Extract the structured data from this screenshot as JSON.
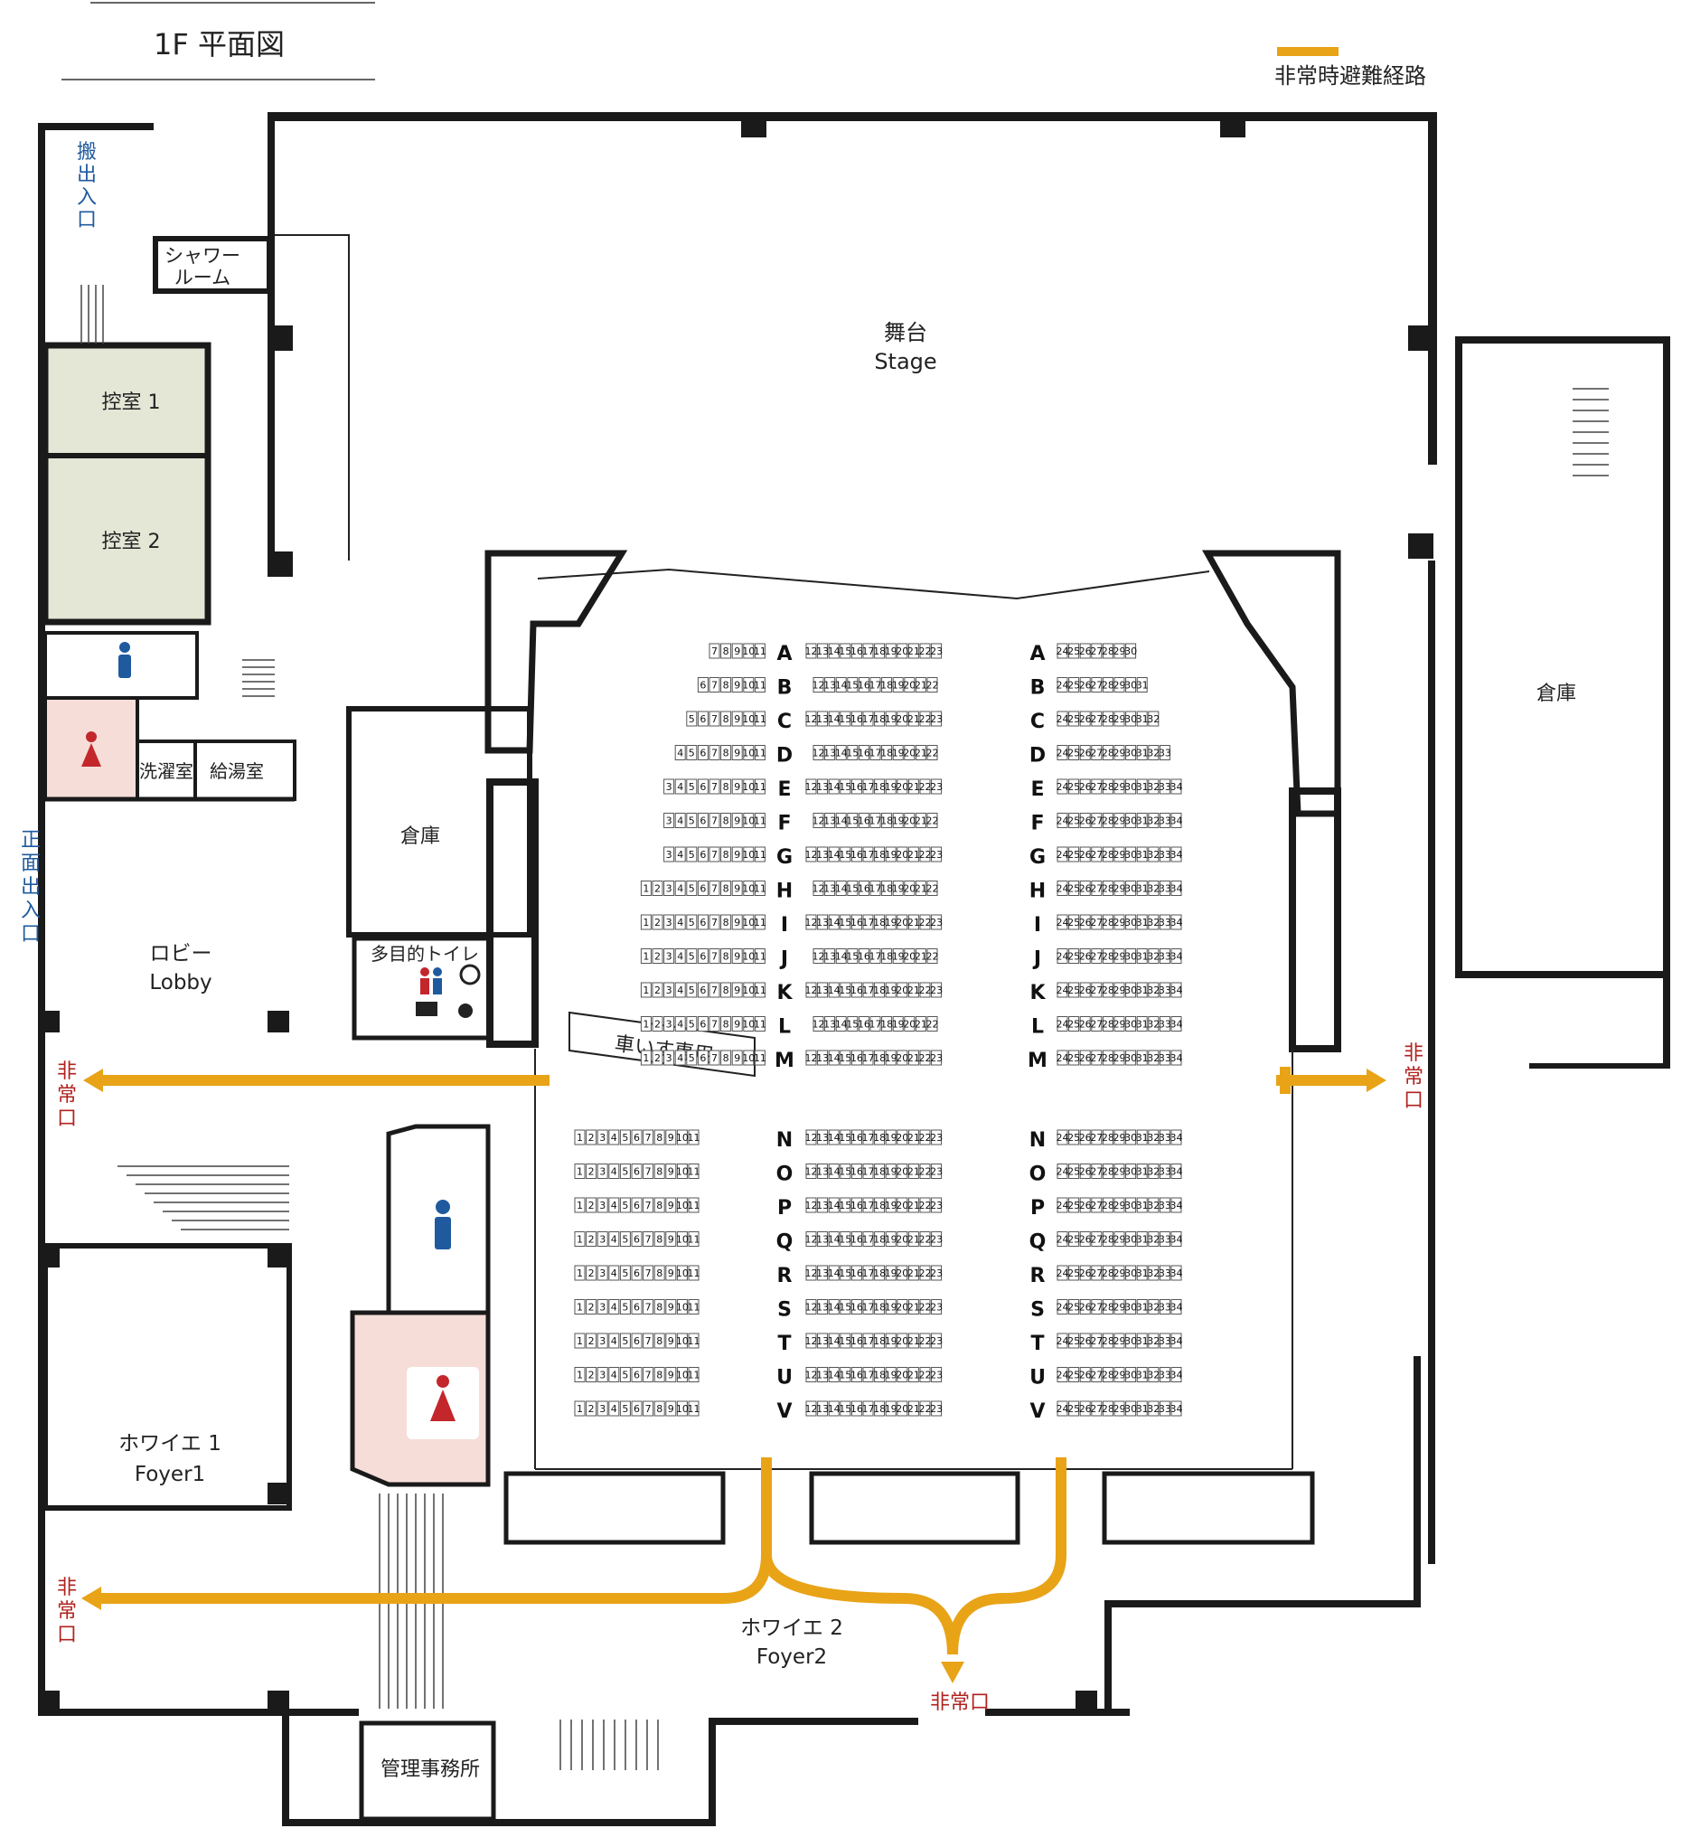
{
  "title": "1F 平面図",
  "legend": {
    "label": "非常時避難経路",
    "color": "#e8a317"
  },
  "colors": {
    "room_tint": "#e4e6d6",
    "women_tint": "#f6ddd8",
    "men_icon": "#1f5a9e",
    "women_icon": "#c3272b",
    "exit_text": "#b0221e",
    "route": "#e8a317"
  },
  "rooms": {
    "stage_jp": "舞台",
    "stage_en": "Stage",
    "hikae1": "控室 1",
    "hikae2": "控室 2",
    "shower": "シャワー ルーム",
    "shower1": "シャワー",
    "shower2": "ルーム",
    "laundry": "洗濯室",
    "kettle": "給湯室",
    "storage_left": "倉庫",
    "storage_right": "倉庫",
    "lobby_jp": "ロビー",
    "lobby_en": "Lobby",
    "multi_toilet": "多目的トイレ",
    "foyer1_jp": "ホワイエ 1",
    "foyer1_en": "Foyer1",
    "foyer2_jp": "ホワイエ 2",
    "foyer2_en": "Foyer2",
    "office": "管理事務所",
    "loading": "搬出入口",
    "front_entrance": "正面出入口",
    "wheelchair": "車いす専用"
  },
  "exits": {
    "label": "非常口"
  },
  "rows_front": [
    "A",
    "B",
    "C",
    "D",
    "E",
    "F",
    "G",
    "H",
    "I",
    "J",
    "K",
    "L",
    "M"
  ],
  "rows_back": [
    "N",
    "O",
    "P",
    "Q",
    "R",
    "S",
    "T",
    "U",
    "V"
  ],
  "front_left_start": [
    7,
    6,
    5,
    4,
    3,
    3,
    3,
    1,
    1,
    1,
    1,
    1,
    1
  ],
  "front_center_end": [
    23,
    22,
    23,
    22,
    23,
    22,
    23,
    22,
    23,
    22,
    23,
    22,
    23
  ],
  "front_right_end": [
    30,
    31,
    32,
    33,
    34,
    34,
    34,
    34,
    34,
    34,
    34,
    34,
    34
  ],
  "back_left_start": 1,
  "back_left_end": 11,
  "back_center_start": 12,
  "back_center_end": 23,
  "back_right_start": 24,
  "back_right_end": 34
}
